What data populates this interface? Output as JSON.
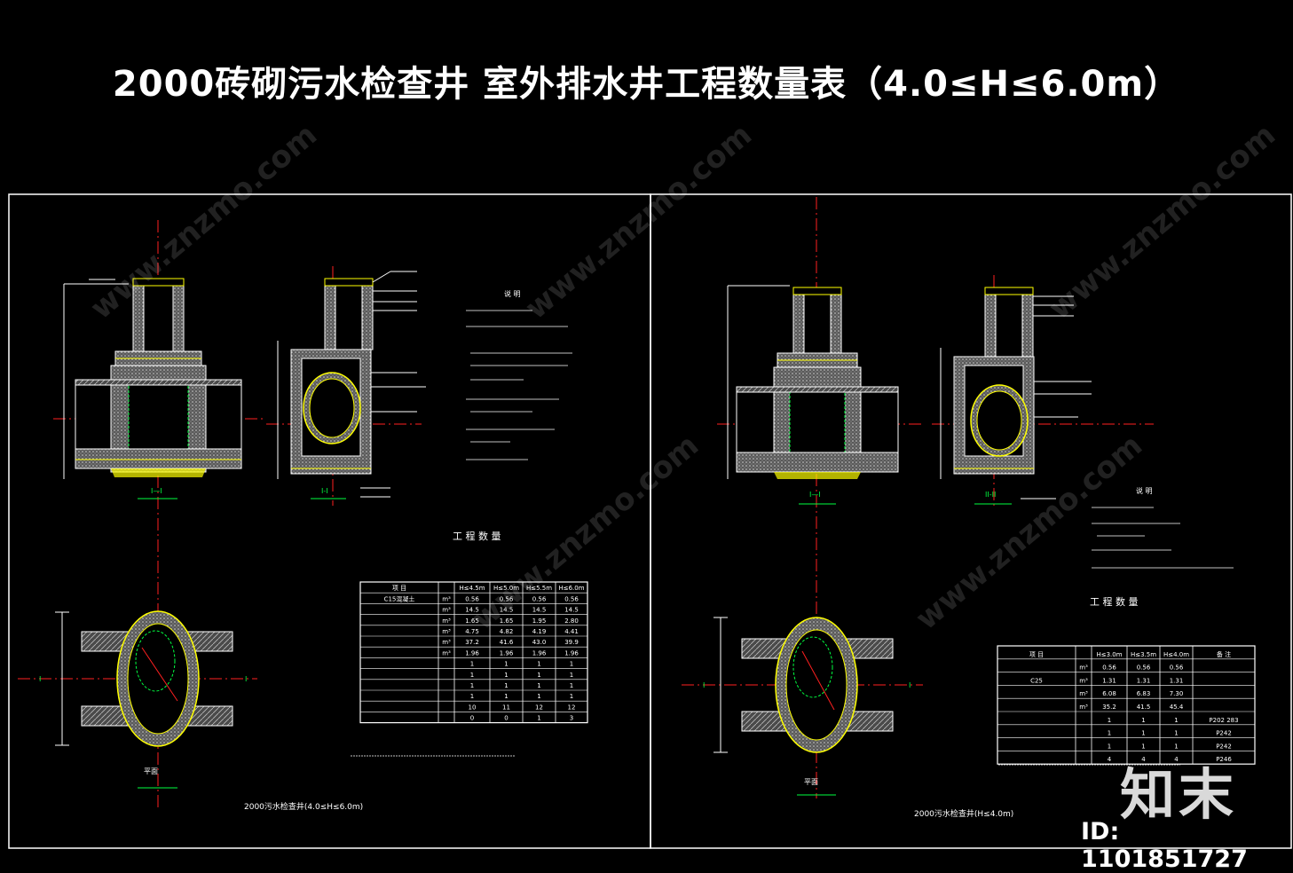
{
  "title": "2000砖砌污水检查井 室外排水井工程数量表（4.0≤H≤6.0m）",
  "sheets": [
    {
      "caption": "2000污水检查井(4.0≤H≤6.0m)",
      "table_heading": "工 程 数 量",
      "notes_heading": "说 明",
      "section_labels": [
        "I—I",
        "I-I",
        "平面"
      ]
    },
    {
      "caption": "2000污水检查井(H≤4.0m)",
      "table_heading": "工 程 数 量",
      "notes_heading": "说 明",
      "section_labels": [
        "I—I",
        "II-II",
        "平面"
      ]
    }
  ],
  "table1": {
    "header": [
      "项 目",
      "",
      "H≤4.5m",
      "H≤5.0m",
      "H≤5.5m",
      "H≤6.0m"
    ],
    "rows": [
      [
        "C15混凝土",
        "m³",
        "0.56",
        "0.56",
        "0.56",
        "0.56"
      ],
      [
        "",
        "m³",
        "14.5",
        "14.5",
        "14.5",
        "14.5"
      ],
      [
        "",
        "m³",
        "1.65",
        "1.65",
        "1.95",
        "2.80"
      ],
      [
        "",
        "m³",
        "4.75",
        "4.82",
        "4.19",
        "4.41"
      ],
      [
        "",
        "m³",
        "37.2",
        "41.6",
        "43.0",
        "39.9"
      ],
      [
        "",
        "m³",
        "1.96",
        "1.96",
        "1.96",
        "1.96"
      ],
      [
        "",
        "",
        "1",
        "1",
        "1",
        "1"
      ],
      [
        "",
        "",
        "1",
        "1",
        "1",
        "1"
      ],
      [
        "",
        "",
        "1",
        "1",
        "1",
        "1"
      ],
      [
        "",
        "",
        "1",
        "1",
        "1",
        "1"
      ],
      [
        "",
        "",
        "10",
        "11",
        "12",
        "12"
      ],
      [
        "",
        "",
        "0",
        "0",
        "1",
        "3"
      ]
    ]
  },
  "table2": {
    "header": [
      "项 目",
      "",
      "H≤3.0m",
      "H≤3.5m",
      "H≤4.0m",
      "备 注"
    ],
    "rows": [
      [
        "",
        "m³",
        "0.56",
        "0.56",
        "0.56",
        ""
      ],
      [
        "C25",
        "m³",
        "1.31",
        "1.31",
        "1.31",
        ""
      ],
      [
        "",
        "m³",
        "6.08",
        "6.83",
        "7.30",
        ""
      ],
      [
        "",
        "m³",
        "35.2",
        "41.5",
        "45.4",
        ""
      ],
      [
        "",
        "",
        "1",
        "1",
        "1",
        "P202 283"
      ],
      [
        "",
        "",
        "1",
        "1",
        "1",
        "P242"
      ],
      [
        "",
        "",
        "1",
        "1",
        "1",
        "P242"
      ],
      [
        "",
        "",
        "4",
        "4",
        "4",
        "P246"
      ]
    ]
  },
  "watermark": "www.znzmo.com",
  "brand": "知末",
  "image_id": "ID: 1101851727",
  "colors": {
    "frame": "#ffffff",
    "axis": "#ff2020",
    "pipe": "#ffff00",
    "green": "#00ff40",
    "fill": "#8a8a8a"
  }
}
